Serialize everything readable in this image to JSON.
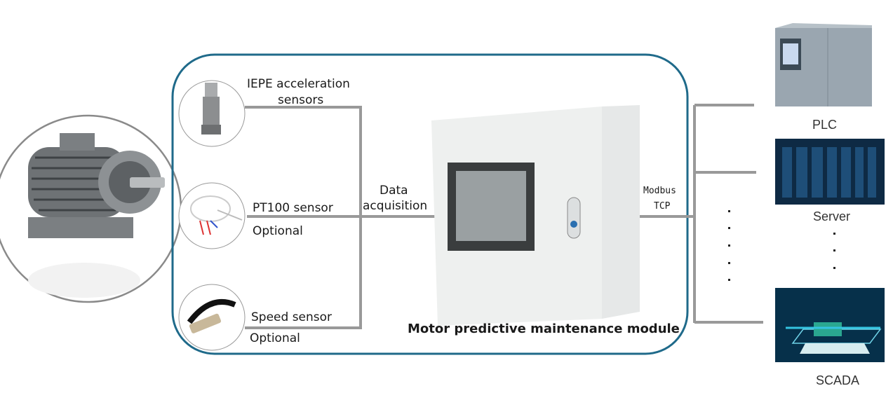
{
  "colors": {
    "frame": "#1f6a8a",
    "connector": "#999999",
    "motor_ring": "#8a8a8a"
  },
  "sensors": {
    "iepe": {
      "line1": "IEPE acceleration",
      "line2": "sensors"
    },
    "pt100": {
      "label": "PT100 sensor",
      "note": "Optional"
    },
    "speed": {
      "label": "Speed sensor",
      "note": "Optional"
    }
  },
  "links": {
    "data_acq": {
      "line1": "Data",
      "line2": "acquisition"
    },
    "modbus": {
      "line1": "Modbus",
      "line2": "TCP"
    }
  },
  "module": {
    "title": "Motor predictive maintenance module"
  },
  "targets": [
    {
      "label": "PLC",
      "icon": "plc-icon"
    },
    {
      "label": "Server",
      "icon": "server-rack-icon"
    },
    {
      "label": "SCADA",
      "icon": "scada-dashboard-icon"
    }
  ]
}
